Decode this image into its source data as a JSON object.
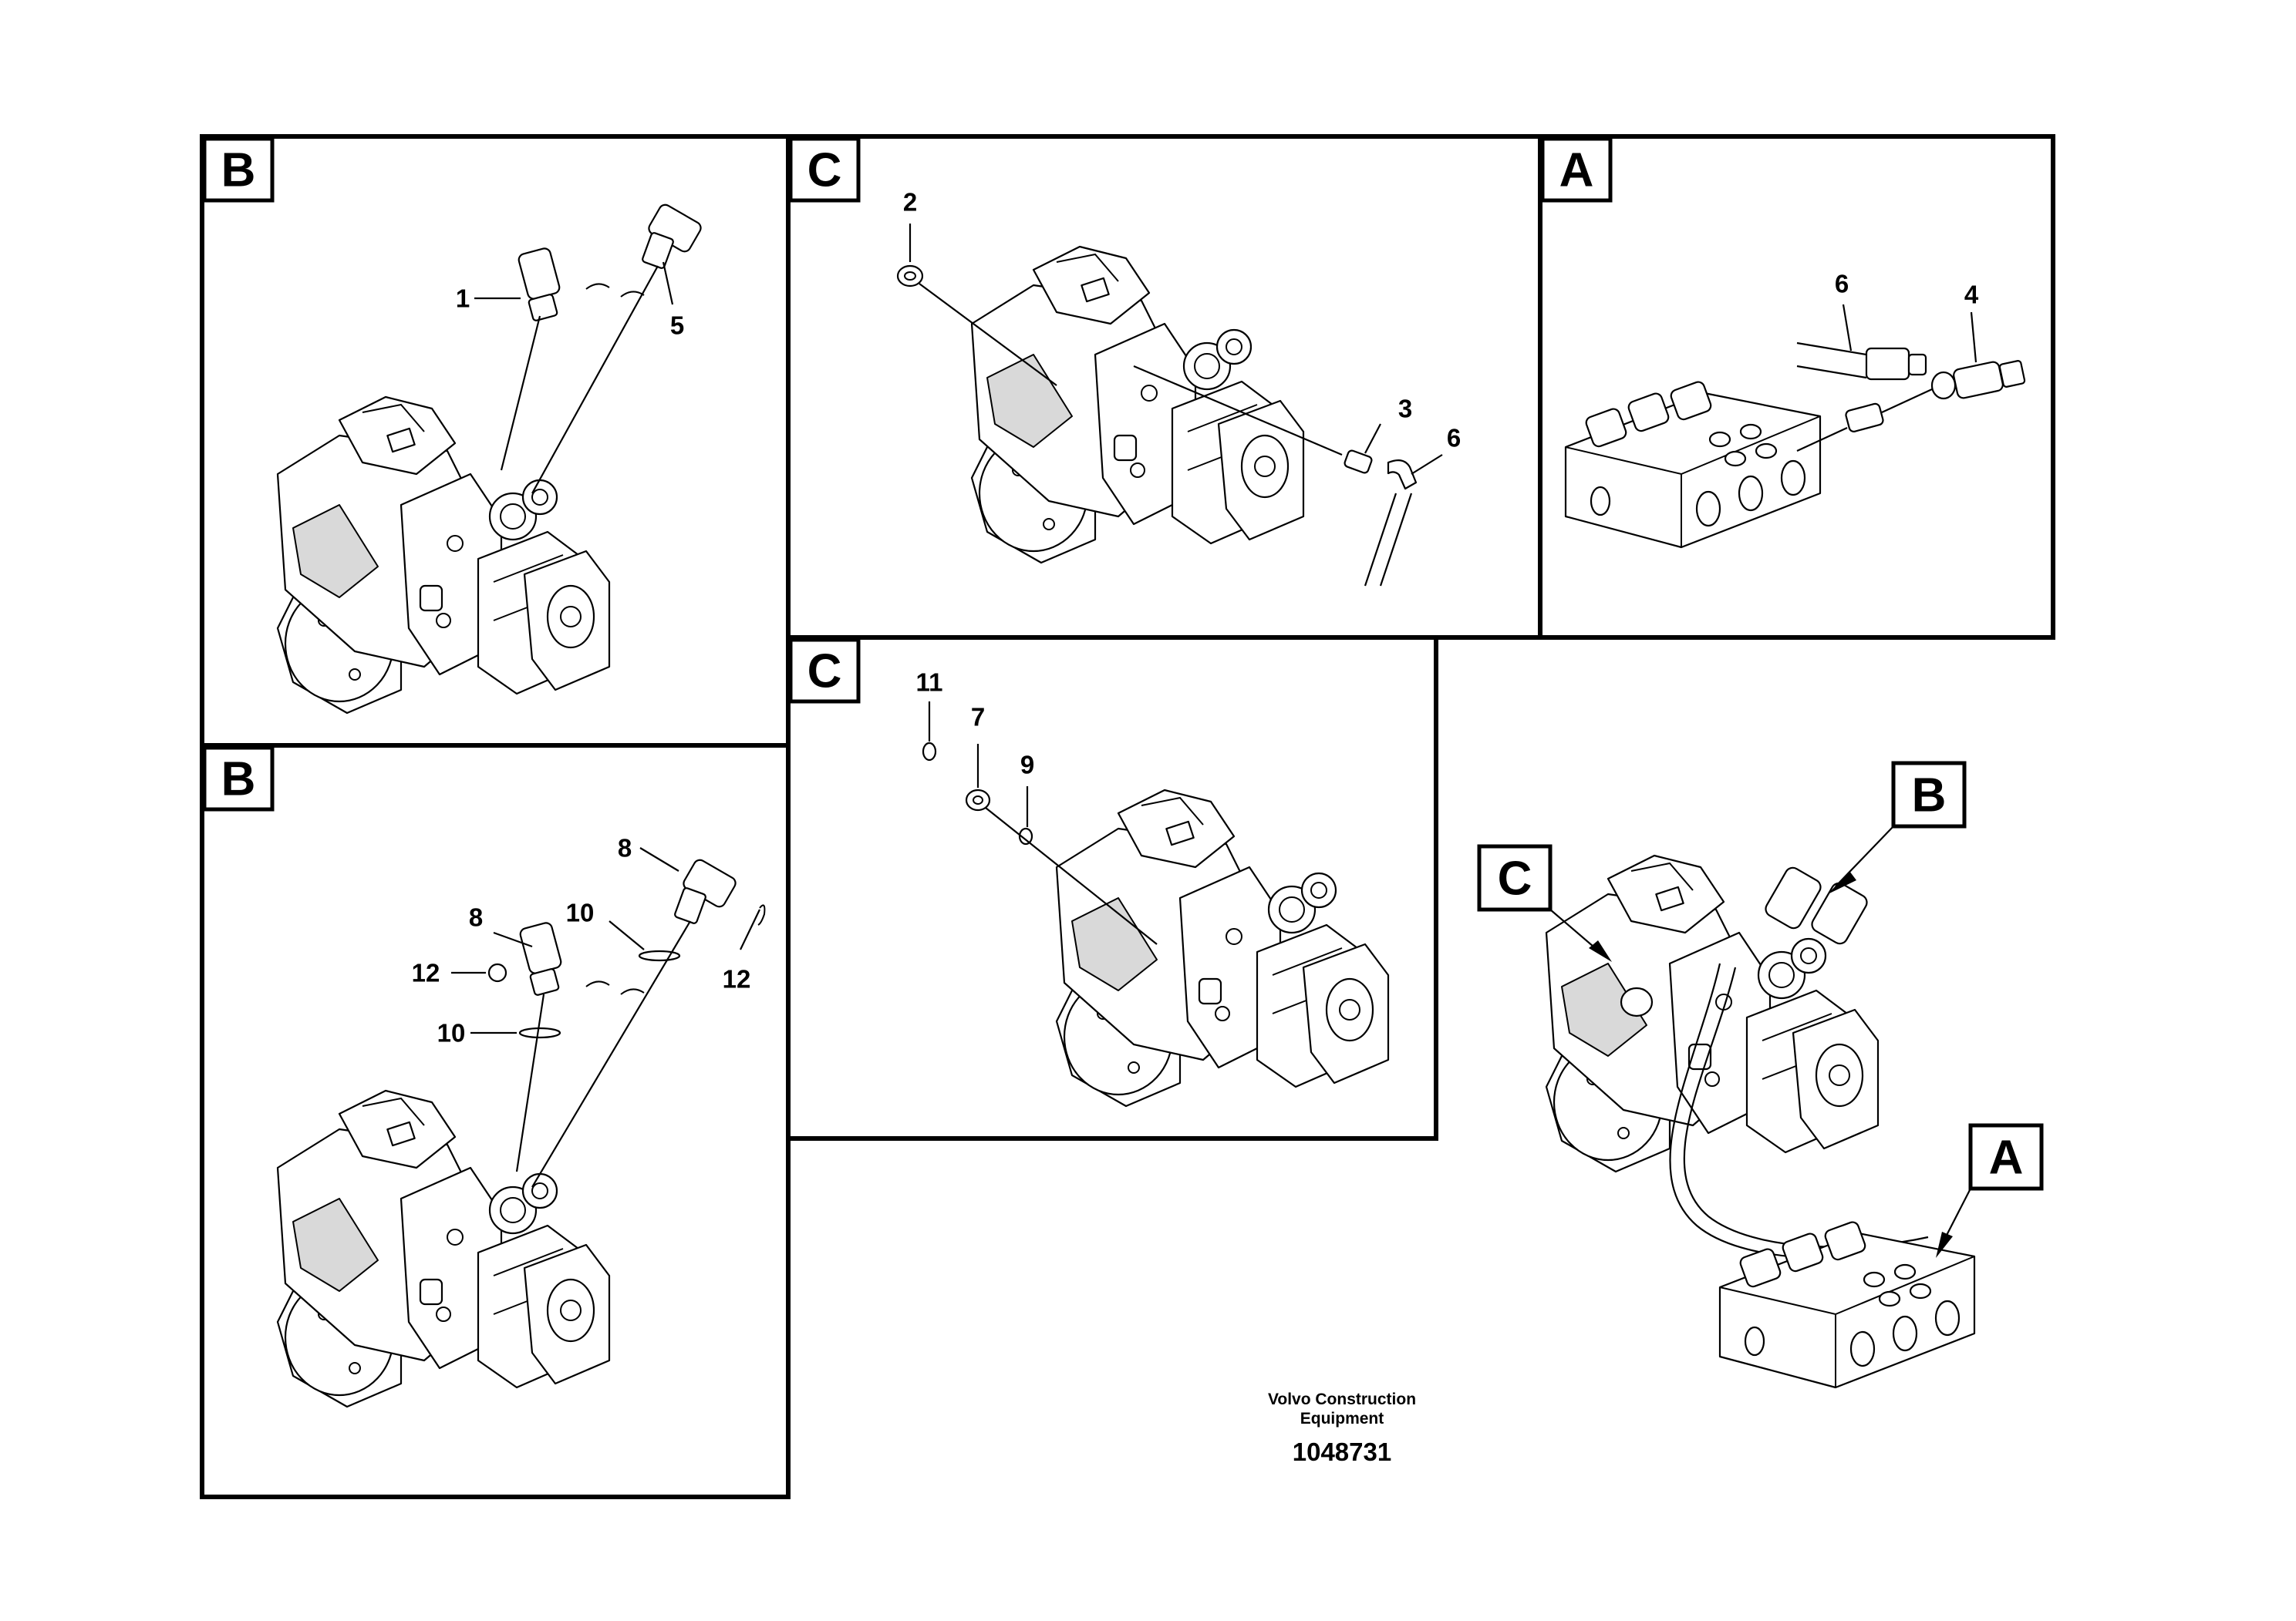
{
  "panels": [
    {
      "letter": "B"
    },
    {
      "letter": "B"
    },
    {
      "letter": "C"
    },
    {
      "letter": "C"
    },
    {
      "letter": "A"
    }
  ],
  "callouts": {
    "p1": [
      "1",
      "5"
    ],
    "p2": [
      "8",
      "8",
      "10",
      "10",
      "12",
      "12"
    ],
    "p3": [
      "2",
      "3",
      "6"
    ],
    "p4": [
      "11",
      "7",
      "9"
    ],
    "p5": [
      "6",
      "4"
    ]
  },
  "overview": {
    "labels": [
      "B",
      "C",
      "A"
    ]
  },
  "footer": {
    "company_line1": "Volvo Construction",
    "company_line2": "Equipment",
    "figure_number": "1048731"
  }
}
